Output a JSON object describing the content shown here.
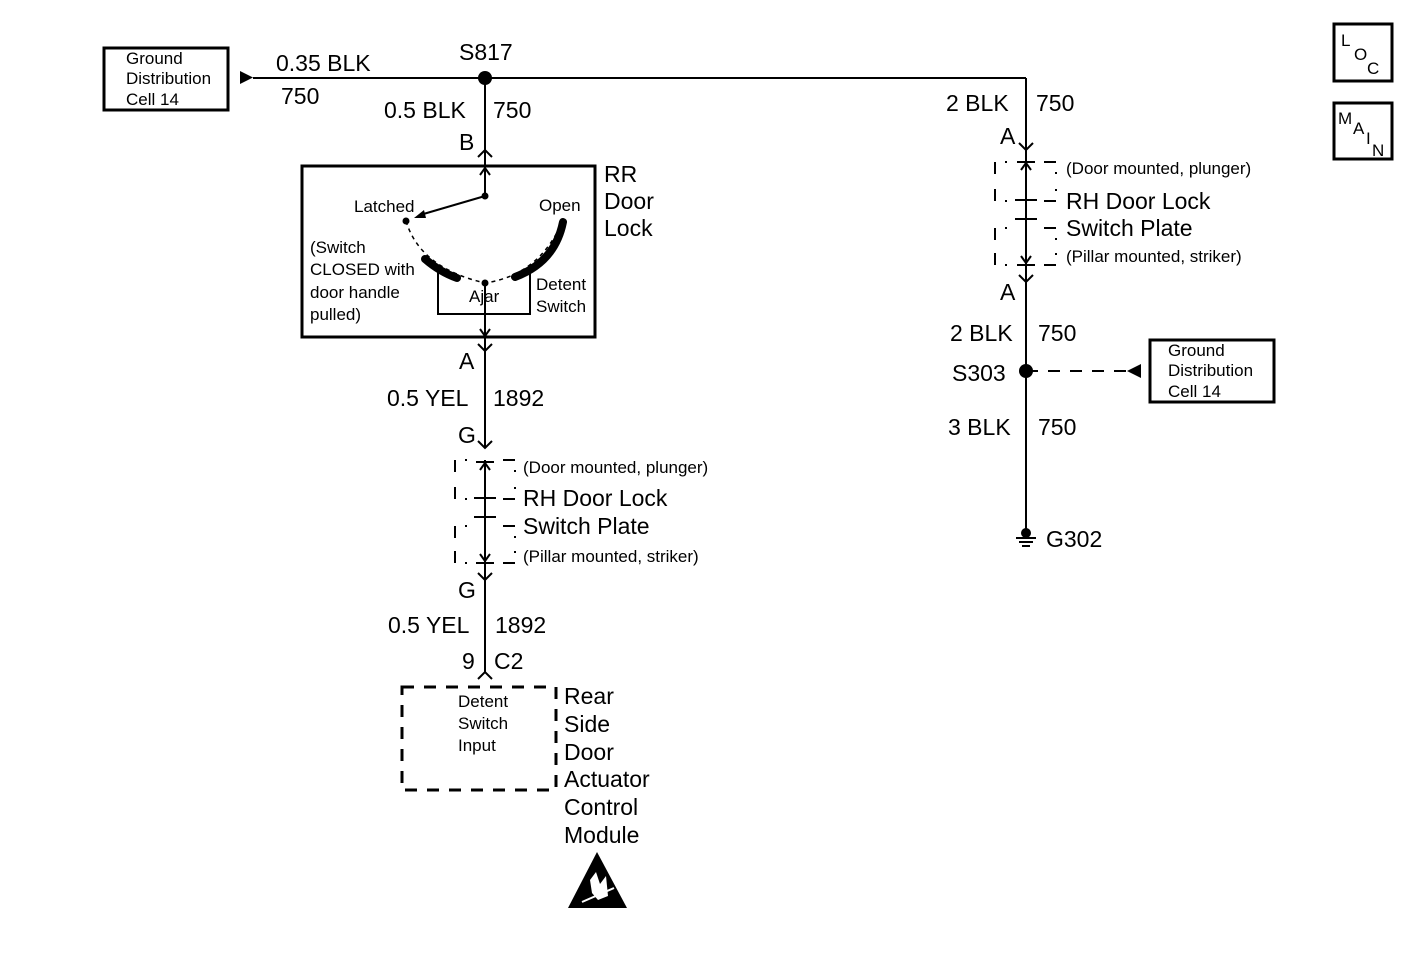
{
  "nav": {
    "loc": [
      "L",
      "O",
      "C"
    ],
    "main": [
      "M",
      "A",
      "I",
      "N"
    ]
  },
  "ground_top": {
    "lines": [
      "Ground",
      "Distribution",
      "Cell 14"
    ]
  },
  "ground_right": {
    "lines": [
      "Ground",
      "Distribution",
      "Cell 14"
    ]
  },
  "wires": {
    "top_gauge": "0.35 BLK",
    "top_circuit": "750",
    "s817": "S817",
    "b_gauge": "0.5 BLK",
    "b_circuit": "750",
    "b_pin": "B",
    "a_pin": "A",
    "yel1_gauge": "0.5 YEL",
    "yel1_circuit": "1892",
    "g_pin_top": "G",
    "g_pin_bottom": "G",
    "yel2_gauge": "0.5 YEL",
    "yel2_circuit": "1892",
    "pin9": "9",
    "c2": "C2",
    "r_top_gauge": "2 BLK",
    "r_top_circuit": "750",
    "r_a_top": "A",
    "r_a_bottom": "A",
    "r_mid_gauge": "2 BLK",
    "r_mid_circuit": "750",
    "s303": "S303",
    "r_bot_gauge": "3 BLK",
    "r_bot_circuit": "750",
    "g302": "G302"
  },
  "door_lock": {
    "title": [
      "RR",
      "Door",
      "Lock"
    ],
    "latched": "Latched",
    "open": "Open",
    "ajar": "Ajar",
    "note": [
      "(Switch",
      "CLOSED with",
      "door handle",
      "pulled)"
    ],
    "detent": [
      "Detent",
      "Switch"
    ]
  },
  "switch_plate_left": {
    "door_mounted": "(Door mounted, plunger)",
    "name1": "RH Door Lock",
    "name2": "Switch Plate",
    "pillar_mounted": "(Pillar mounted, striker)"
  },
  "switch_plate_right": {
    "door_mounted": "(Door mounted, plunger)",
    "name1": "RH Door Lock",
    "name2": "Switch Plate",
    "pillar_mounted": "(Pillar mounted, striker)"
  },
  "module": {
    "inner": [
      "Detent",
      "Switch",
      "Input"
    ],
    "title": [
      "Rear",
      "Side",
      "Door",
      "Actuator",
      "Control",
      "Module"
    ]
  }
}
